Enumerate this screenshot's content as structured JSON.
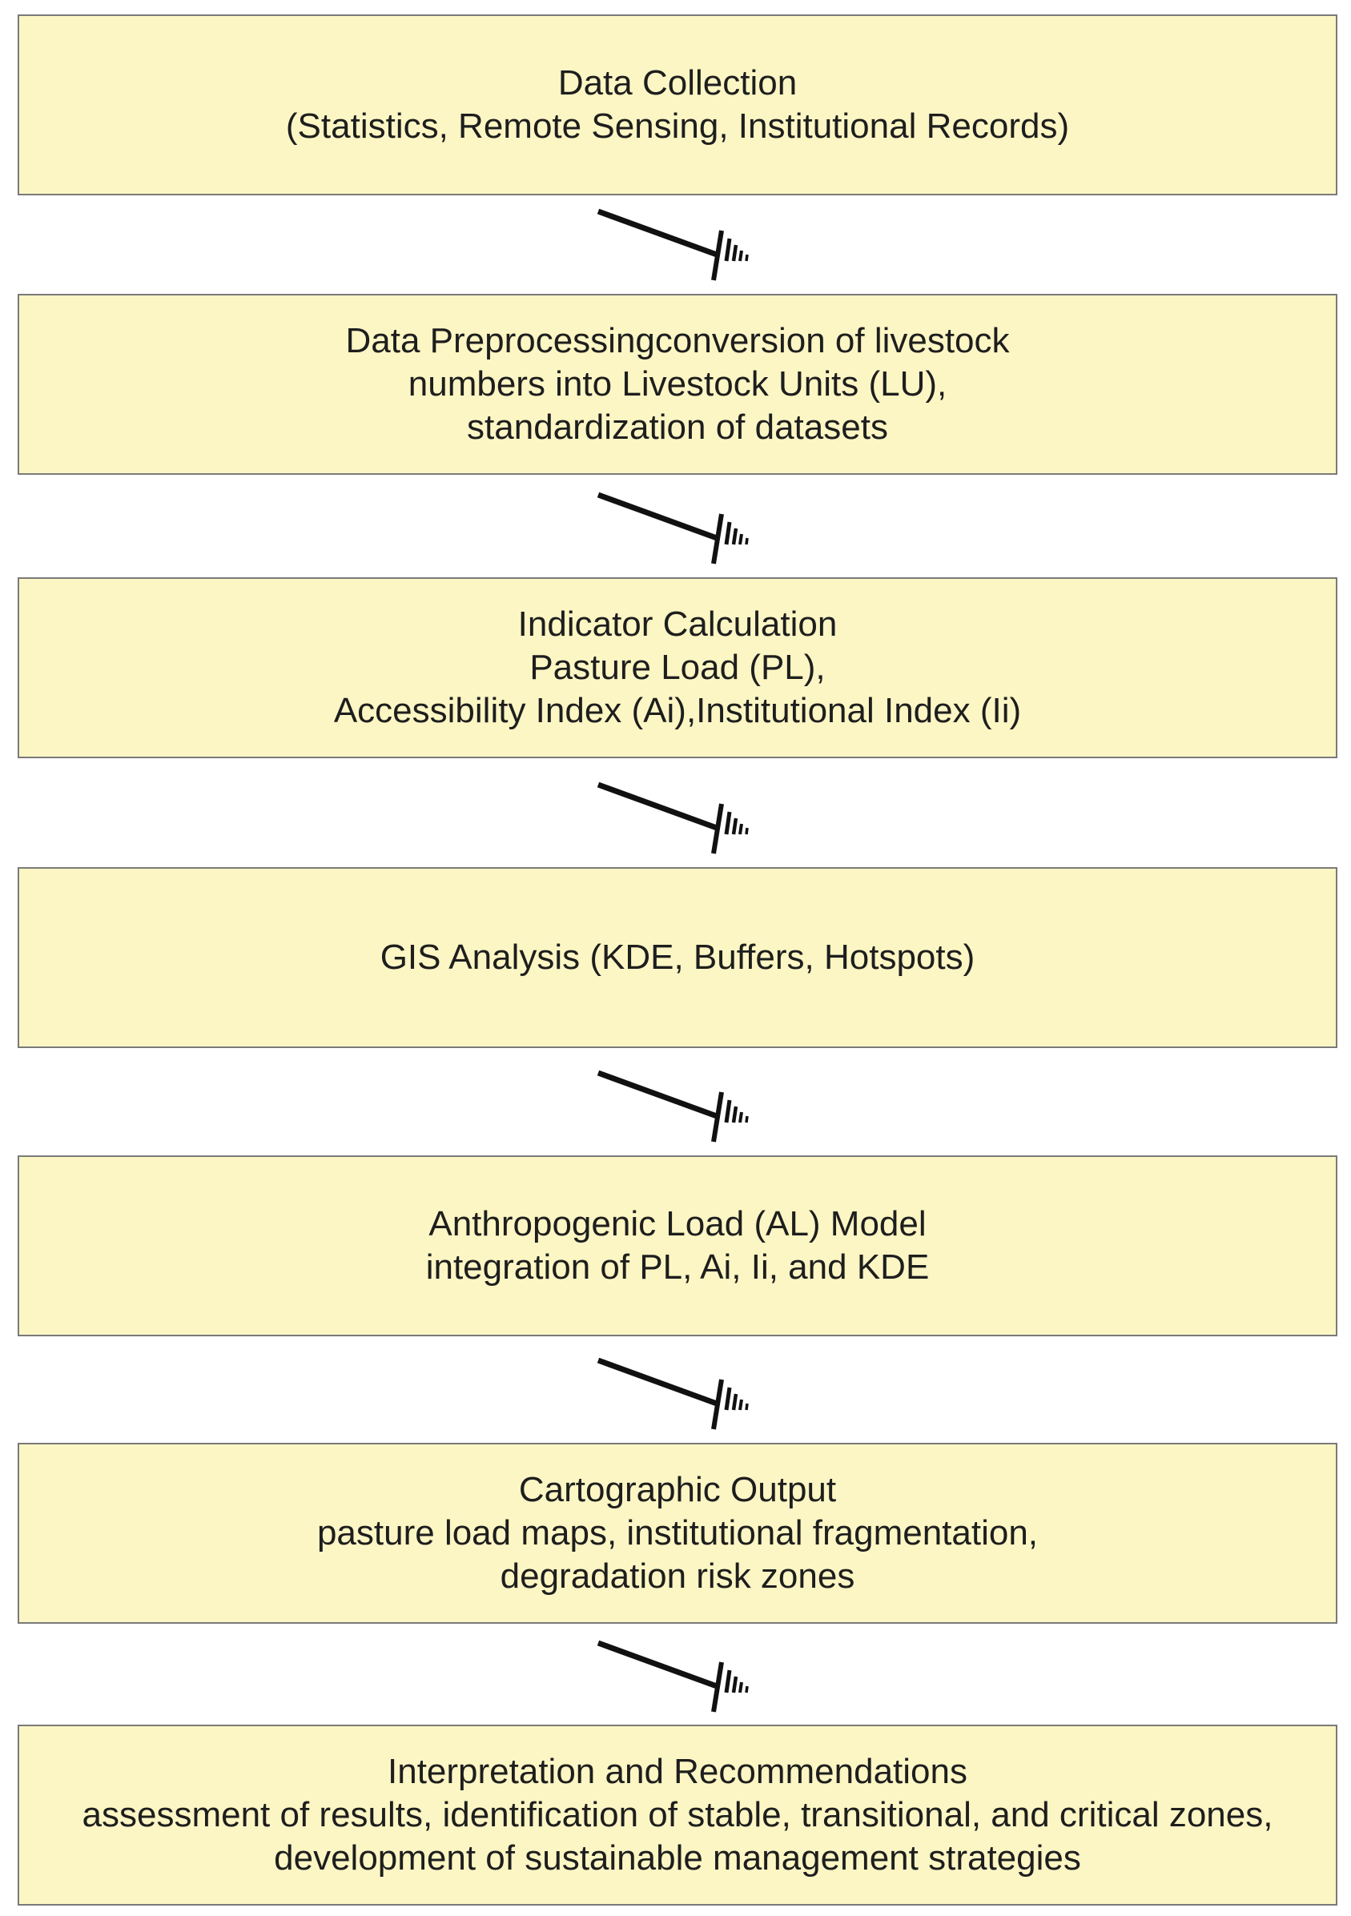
{
  "diagram": {
    "steps": [
      {
        "lines": [
          "Data Collection",
          "(Statistics, Remote Sensing, Institutional Records)"
        ]
      },
      {
        "lines": [
          "Data Preprocessingconversion of livestock",
          "numbers into Livestock Units (LU),",
          "standardization of datasets"
        ]
      },
      {
        "lines": [
          "Indicator Calculation",
          "Pasture Load (PL),",
          "Accessibility Index (Ai),Institutional Index (Ii)"
        ]
      },
      {
        "lines": [
          "GIS Analysis (KDE, Buffers, Hotspots)"
        ]
      },
      {
        "lines": [
          "Anthropogenic Load (AL) Model",
          "integration of PL, Ai, Ii, and KDE"
        ]
      },
      {
        "lines": [
          "Cartographic Output",
          "pasture load maps, institutional fragmentation,",
          "degradation risk zones"
        ]
      },
      {
        "lines": [
          "Interpretation and Recommendations",
          "assessment of results, identification of stable, transitional, and critical zones,",
          "development of sustainable management strategies"
        ]
      }
    ],
    "colors": {
      "box_fill": "#fcf6c4",
      "box_border": "#7a7a7a",
      "text": "#1e1e1e",
      "connector": "#111111"
    }
  }
}
